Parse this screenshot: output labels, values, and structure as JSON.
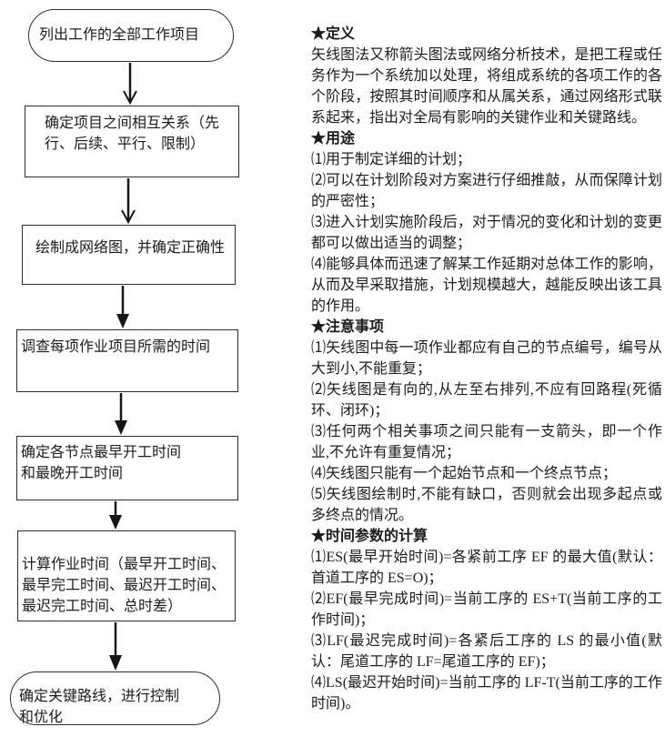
{
  "flowchart": {
    "steps": [
      {
        "shape": "terminator",
        "text": "列出工作的全部工作项目"
      },
      {
        "shape": "process",
        "text": "确定项目之间相互关系（先\n行、后续、平行、限制）"
      },
      {
        "shape": "process",
        "text": "绘制成网络图，并确定正确性"
      },
      {
        "shape": "process",
        "text": "调查每项作业项目所需的时间"
      },
      {
        "shape": "process",
        "text": "确定各节点最早开工时间\n和最晚开工时间"
      },
      {
        "shape": "process",
        "text": "计算作业时间（最早开工时间、\n最早完工时间、最迟开工时间、\n最迟完工时间、总时差）"
      },
      {
        "shape": "terminator",
        "text": "确定关键路线，进行控制\n和优化"
      }
    ]
  },
  "sections": [
    {
      "heading": "★定义",
      "items": [
        "矢线图法又称箭头图法或网络分析技术，是把工程或任务作为一个系统加以处理，将组成系统的各项工作的各个阶段，按照其时间顺序和从属关系，通过网络形式联系起来，指出对全局有影响的关键作业和关键路线。"
      ]
    },
    {
      "heading": "★用途",
      "items": [
        "⑴用于制定详细的计划；",
        "⑵可以在计划阶段对方案进行仔细推敲，从而保障计划的严密性；",
        "⑶进入计划实施阶段后，对于情况的变化和计划的变更都可以做出适当的调整；",
        "⑷能够具体而迅速了解某工作延期对总体工作的影响，从而及早采取措施，计划规模越大，越能反映出该工具的作用。"
      ]
    },
    {
      "heading": "★注意事项",
      "items": [
        "⑴矢线图中每一项作业都应有自己的节点编号，编号从大到小,不能重复；",
        "⑵矢线图是有向的,从左至右排列,不应有回路程(死循环、闭环)；",
        "⑶任何两个相关事项之间只能有一支箭头，即一个作业,不允许有重复情况；",
        "⑷矢线图只能有一个起始节点和一个终点节点；",
        "⑸矢线图绘制时,不能有缺口，否则就会出现多起点或多终点的情况。"
      ]
    },
    {
      "heading": "★时间参数的计算",
      "items": [
        "⑴ES(最早开始时间)=各紧前工序 EF 的最大值(默认：首道工序的 ES=O)；",
        "⑵EF(最早完成时间)=当前工序的 ES+T(当前工序的工作时间)；",
        "⑶LF(最迟完成时间)=各紧后工序的 LS 的最小值(默认：尾道工序的 LF=尾道工序的 EF)；",
        "⑷LS(最迟开始时间)=当前工序的 LF-T(当前工序的工作时间)。"
      ]
    }
  ],
  "colors": {
    "ink": "#1c1c1c",
    "border": "#2e2e2e",
    "background": "#ffffff"
  }
}
